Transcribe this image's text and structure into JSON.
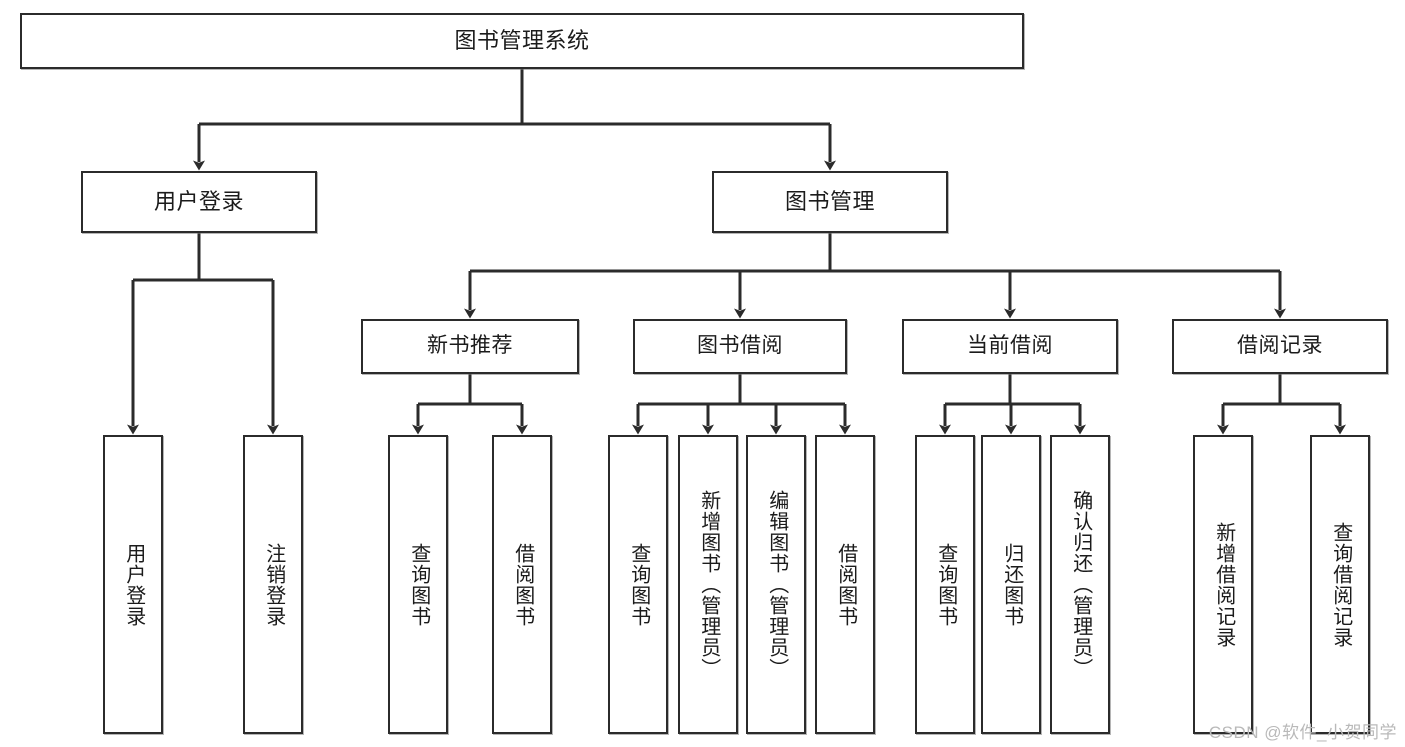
{
  "diagram": {
    "title": "图书管理系统",
    "type": "tree-hierarchy",
    "watermark": "CSDN @软件_小贺同学",
    "colors": {
      "box_border": "#2b2b2b",
      "box_fill": "#ffffff",
      "connector": "#2b2b2b",
      "text": "#1b1b1b",
      "watermark": "#b9b9b9"
    },
    "nodes": {
      "root": {
        "label": "图书管理系统"
      },
      "level2": [
        {
          "id": "user-login",
          "label": "用户登录"
        },
        {
          "id": "book-manage",
          "label": "图书管理"
        }
      ],
      "level3": [
        {
          "id": "new-book-recommend",
          "label": "新书推荐"
        },
        {
          "id": "book-borrow",
          "label": "图书借阅"
        },
        {
          "id": "current-borrow",
          "label": "当前借阅"
        },
        {
          "id": "borrow-record",
          "label": "借阅记录"
        }
      ],
      "leaves": {
        "user-login": [
          {
            "id": "leaf-user-login",
            "label": "用户登录"
          },
          {
            "id": "leaf-user-logout",
            "label": "注销登录"
          }
        ],
        "new-book-recommend": [
          {
            "id": "leaf-query-book-1",
            "label": "查询图书"
          },
          {
            "id": "leaf-borrow-book-1",
            "label": "借阅图书"
          }
        ],
        "book-borrow": [
          {
            "id": "leaf-query-book-2",
            "label": "查询图书"
          },
          {
            "id": "leaf-add-book",
            "label": "新增图书（管理员）"
          },
          {
            "id": "leaf-edit-book",
            "label": "编辑图书（管理员）"
          },
          {
            "id": "leaf-borrow-book-2",
            "label": "借阅图书"
          }
        ],
        "current-borrow": [
          {
            "id": "leaf-query-book-3",
            "label": "查询图书"
          },
          {
            "id": "leaf-return-book",
            "label": "归还图书"
          },
          {
            "id": "leaf-confirm-return",
            "label": "确认归还（管理员）"
          }
        ],
        "borrow-record": [
          {
            "id": "leaf-add-record",
            "label": "新增借阅记录"
          },
          {
            "id": "leaf-query-record",
            "label": "查询借阅记录"
          }
        ]
      }
    }
  }
}
